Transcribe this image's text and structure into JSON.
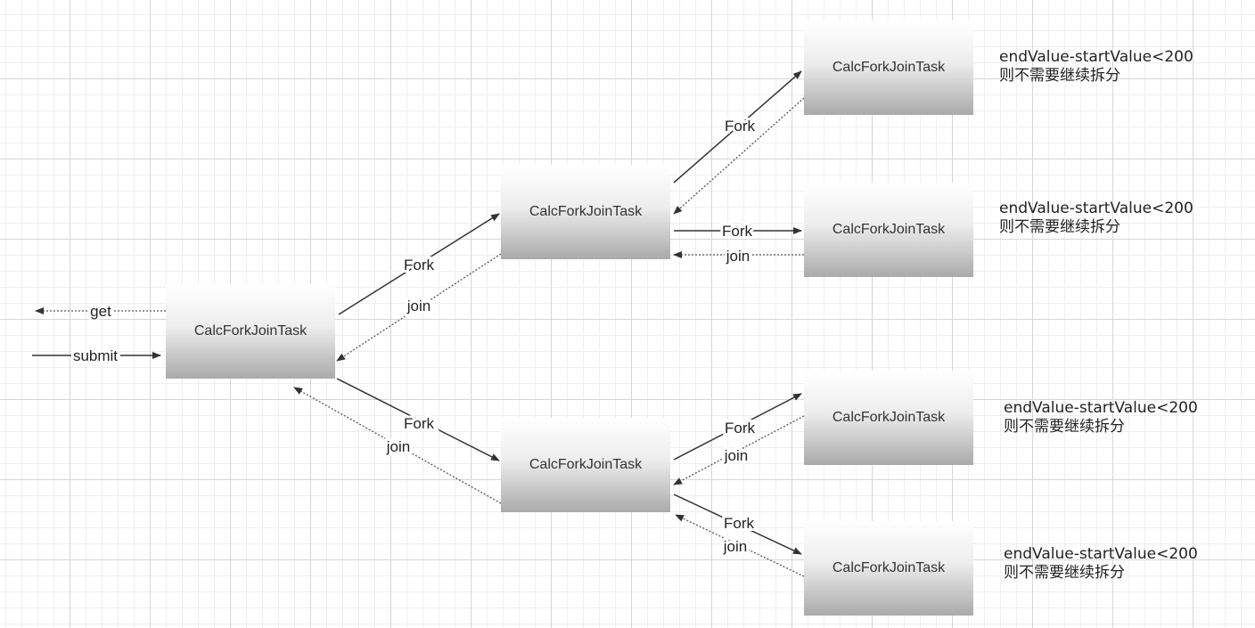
{
  "nodes": {
    "root": "CalcForkJoinTask",
    "mid_top": "CalcForkJoinTask",
    "mid_bottom": "CalcForkJoinTask",
    "leaf_1": "CalcForkJoinTask",
    "leaf_2": "CalcForkJoinTask",
    "leaf_3": "CalcForkJoinTask",
    "leaf_4": "CalcForkJoinTask"
  },
  "edges": {
    "get": "get",
    "submit": "submit",
    "fork": "Fork",
    "join": "join"
  },
  "notes": [
    {
      "line1": "endValue-startValue<200",
      "line2": "则不需要继续拆分"
    },
    {
      "line1": "endValue-startValue<200",
      "line2": "则不需要继续拆分"
    },
    {
      "line1": "endValue-startValue<200",
      "line2": "则不需要继续拆分"
    },
    {
      "line1": "endValue-startValue<200",
      "line2": "则不需要继续拆分"
    }
  ]
}
